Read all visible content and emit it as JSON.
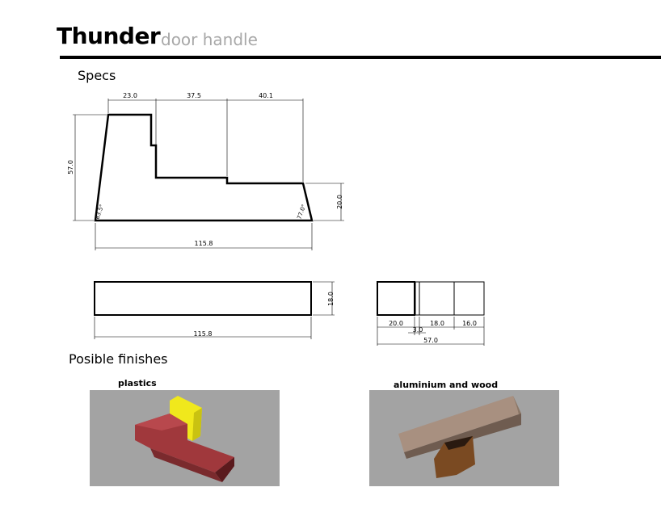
{
  "header": {
    "title": "Thunder",
    "subtitle": "door handle"
  },
  "sections": {
    "specs": "Specs",
    "finishes": "Posible finishes"
  },
  "drawing_top": {
    "dim_top_1": "23.0",
    "dim_top_2": "37.5",
    "dim_top_3": "40.1",
    "dim_height": "57.0",
    "dim_right_height": "20.0",
    "angle_left": "83.5°",
    "angle_right": "77.0°",
    "dim_width": "115.8"
  },
  "drawing_bar": {
    "dim_width": "115.8",
    "dim_height": "18.0"
  },
  "drawing_side": {
    "dim_1": "20.0",
    "dim_2": "3.0",
    "dim_3": "18.0",
    "dim_4": "16.0",
    "dim_total": "57.0"
  },
  "finishes": [
    {
      "label": "plastics",
      "colors": {
        "body": "#a0383c",
        "accent": "#f0e81c",
        "background": "#a3a3a3"
      }
    },
    {
      "label": "aluminium and wood",
      "colors": {
        "body": "#a89080",
        "accent": "#7a4a22",
        "background": "#a3a3a3"
      }
    }
  ]
}
